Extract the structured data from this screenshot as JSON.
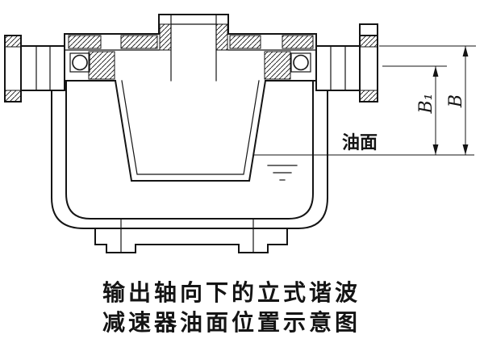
{
  "diagram": {
    "labels": {
      "b": "B",
      "b1": "B₁",
      "oil": "油面"
    },
    "caption": {
      "line1": "输出轴向下的立式谐波",
      "line2": "减速器油面位置示意图"
    },
    "colors": {
      "line": "#141414",
      "background": "#ffffff"
    }
  }
}
